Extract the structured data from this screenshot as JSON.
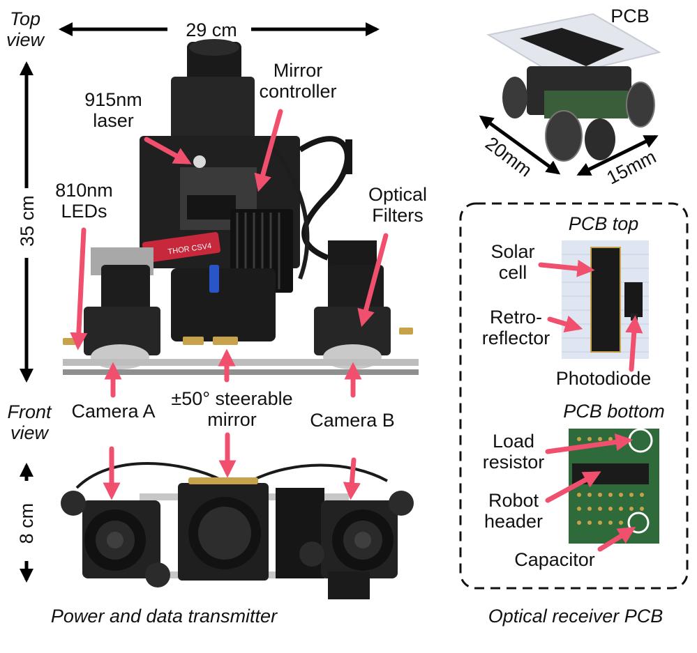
{
  "labels": {
    "top_view": "Top view",
    "front_view": "Front view",
    "width": "29 cm",
    "depth": "35 cm",
    "height": "8 cm",
    "laser": "915nm laser",
    "mirror_controller": "Mirror controller",
    "leds": "810nm LEDs",
    "optical_filters": "Optical Filters",
    "camera_a": "Camera A",
    "camera_b": "Camera B",
    "steerable_mirror": "±50° steerable mirror",
    "transmitter_caption": "Power and data transmitter",
    "pcb": "PCB",
    "pcb_length": "20mm",
    "pcb_width": "15mm",
    "pcb_top": "PCB top",
    "solar_cell": "Solar cell",
    "retroreflector": "Retro-reflector",
    "photodiode": "Photodiode",
    "pcb_bottom": "PCB bottom",
    "load_resistor": "Load resistor",
    "robot_header": "Robot header",
    "capacitor": "Capacitor",
    "receiver_caption": "Optical receiver PCB"
  },
  "device_text": {
    "strap_text": "THOR CSV4"
  },
  "colors": {
    "annotation_arrow": "#f0506e",
    "dimension_arrow": "#000000",
    "device_body": "#1c1c1c",
    "board_green": "#2f6a3a"
  }
}
